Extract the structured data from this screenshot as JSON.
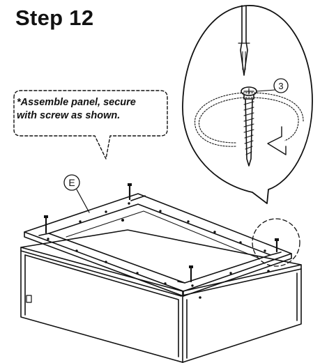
{
  "step": {
    "title": "Step 12"
  },
  "callout": {
    "line1": "*Assemble panel, secure",
    "line2": "with screw as shown."
  },
  "labels": {
    "panel": "E",
    "screw": "3"
  },
  "icons": {
    "screwdriver": "screwdriver-icon",
    "screw": "screw-icon",
    "rotation": "rotation-arrow-icon"
  },
  "colors": {
    "ink": "#111111",
    "paper": "#ffffff"
  }
}
